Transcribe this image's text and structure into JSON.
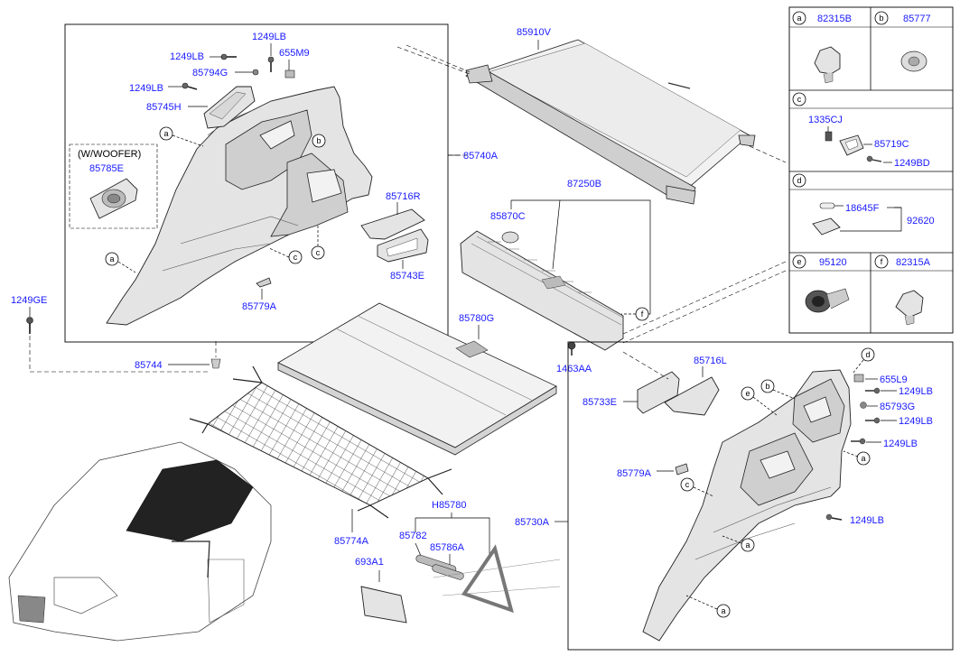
{
  "colors": {
    "part_number": "#1a1aff",
    "line": "#000000",
    "part_fill": "#e4e4e4",
    "net": "#3a3a3a",
    "car_dark": "#222222"
  },
  "labels": {
    "p85910V": "85910V",
    "p1249LB_a": "1249LB",
    "p1249LB_b": "1249LB",
    "p655M9": "655M9",
    "p85794G": "85794G",
    "p1249LB_c": "1249LB",
    "p85745H": "85745H",
    "wwoofer": "(W/WOOFER)",
    "p85785E": "85785E",
    "p85740A": "85740A",
    "p85716R": "85716R",
    "p87250B": "87250B",
    "p85870C": "85870C",
    "p85743E": "85743E",
    "p1249GE": "1249GE",
    "p85779A_a": "85779A",
    "p85780G": "85780G",
    "p85744": "85744",
    "p1463AA": "1463AA",
    "p85716L": "85716L",
    "p85733E": "85733E",
    "p655L9": "655L9",
    "p1249LB_d": "1249LB",
    "p85793G": "85793G",
    "p1249LB_e": "1249LB",
    "p1249LB_f": "1249LB",
    "p85779A_b": "85779A",
    "p85730A": "85730A",
    "p1249LB_g": "1249LB",
    "pH85780": "H85780",
    "p85782": "85782",
    "p85786A": "85786A",
    "p693A1": "693A1",
    "p85774A": "85774A"
  },
  "legend": {
    "a": {
      "letter": "a",
      "part": "82315B"
    },
    "b": {
      "letter": "b",
      "part": "85777"
    },
    "c": {
      "letter": "c",
      "parts": [
        "1335CJ",
        "85719C",
        "1249BD"
      ]
    },
    "d": {
      "letter": "d",
      "parts": [
        "18645F",
        "92620"
      ]
    },
    "e": {
      "letter": "e",
      "part": "95120"
    },
    "f": {
      "letter": "f",
      "part": "82315A"
    }
  },
  "callouts": {
    "a": "a",
    "b": "b",
    "c": "c",
    "d": "d",
    "e": "e",
    "f": "f"
  }
}
